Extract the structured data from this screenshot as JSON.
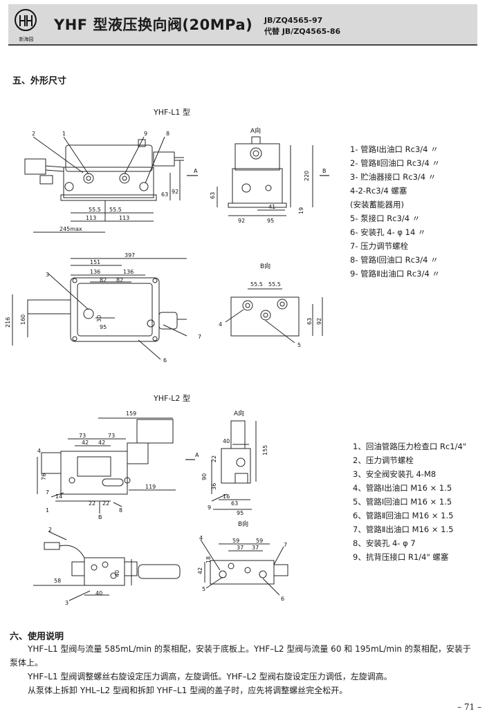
{
  "header": {
    "logo_text": "新海园",
    "title": "YHF 型液压换向阀(20MPa)",
    "standard": "JB/ZQ4565-97",
    "replaces": "代替 JB/ZQ4565-86"
  },
  "section5": {
    "heading": "五、外形尺寸",
    "l1": {
      "caption": "YHF-L1 型",
      "view_a": "A向",
      "view_b": "B向",
      "legend": [
        "1- 管路Ⅰ出油口 Rc3/4 〃",
        "2- 管路Ⅱ回油口 Rc3/4 〃",
        "3- 贮油器接口 Rc3/4 〃",
        "4-2-Rc3/4 螺塞",
        "(安装蓄能器用)",
        "5- 泵接口 Rc3/4 〃",
        "6- 安装孔 4- φ 14 〃",
        "7- 压力调节螺栓",
        "8- 管路Ⅰ回油口 Rc3/4 〃",
        "9- 管路Ⅱ出油口 Rc3/4 〃"
      ],
      "dims": {
        "d2": "2",
        "d1": "1",
        "d9": "9",
        "d8": "8",
        "A": "A",
        "B": "B",
        "d63": "63",
        "d92": "92",
        "d55a": "55.5",
        "d55b": "55.5",
        "d113a": "113",
        "d113b": "113",
        "d245": "245max",
        "d220": "220",
        "d19": "19",
        "d41": "41",
        "d92b": "92",
        "d95": "95",
        "d63b": "63",
        "d397": "397",
        "d151": "151",
        "d136a": "136",
        "d136b": "136",
        "d82a": "82",
        "d82b": "82",
        "d3": "3",
        "d216": "216",
        "d160": "160",
        "d30": "30",
        "d95b": "95",
        "d7": "7",
        "d6": "6",
        "d55c": "55.5",
        "d55d": "55.5",
        "d4": "4",
        "d5": "5",
        "d63c": "63",
        "d92c": "92"
      }
    },
    "l2": {
      "caption": "YHF-L2 型",
      "view_a": "A向",
      "view_b": "B向",
      "legend": [
        "1、回油管路压力检查口 Rc1/4\"",
        "2、压力调节螺栓",
        "3、安全阀安装孔 4-M8",
        "4、管路Ⅰ出油口 M16 × 1.5",
        "5、管路Ⅰ回油口 M16 × 1.5",
        "6、管路Ⅱ回油口 M16 × 1.5",
        "7、管路Ⅱ出油口 M16 × 1.5",
        "8、安装孔 4- φ 7",
        "9、抗背压接口 R1/4\" 螺塞"
      ],
      "dims": {
        "d159": "159",
        "d73a": "73",
        "d73b": "73",
        "d42a": "42",
        "d42b": "42",
        "d4": "4",
        "d76": "76",
        "d7": "7",
        "d14": "14",
        "d1": "1",
        "d22a": "22",
        "d22b": "22",
        "dB": "B",
        "d8": "8",
        "d119": "119",
        "dA": "A",
        "d40": "40",
        "d155": "155",
        "d90": "90",
        "d36": "36",
        "d22c": "22",
        "d16": "16",
        "d9": "9",
        "d63": "63",
        "d95": "95",
        "d2": "2",
        "d58": "58",
        "d40b": "40",
        "d40c": "40",
        "d3": "3",
        "d59a": "59",
        "d59b": "59",
        "d37a": "37",
        "d37b": "37",
        "d4b": "4",
        "d7b": "7",
        "d42c": "42",
        "d18": "18",
        "d5": "5",
        "d6": "6"
      }
    }
  },
  "section6": {
    "heading": "六、使用说明",
    "p1": "YHF–L1 型阀与流量 585mL/min 的泵相配，安装于底板上。YHF–L2 型阀与流量 60 和 195mL/min 的泵相配，安装于泵体上。",
    "p2": "YHF–L1 型阀调整螺丝右旋设定压力调高，左旋调低。YHF–L2 型阀右旋设定压力调低，左旋调高。",
    "p3": "从泵体上拆卸 YHL–L2 型阀和拆卸 YHF–L1 型阀的盖子时，应先将调整螺丝完全松开。"
  },
  "page_number": "– 71 –"
}
